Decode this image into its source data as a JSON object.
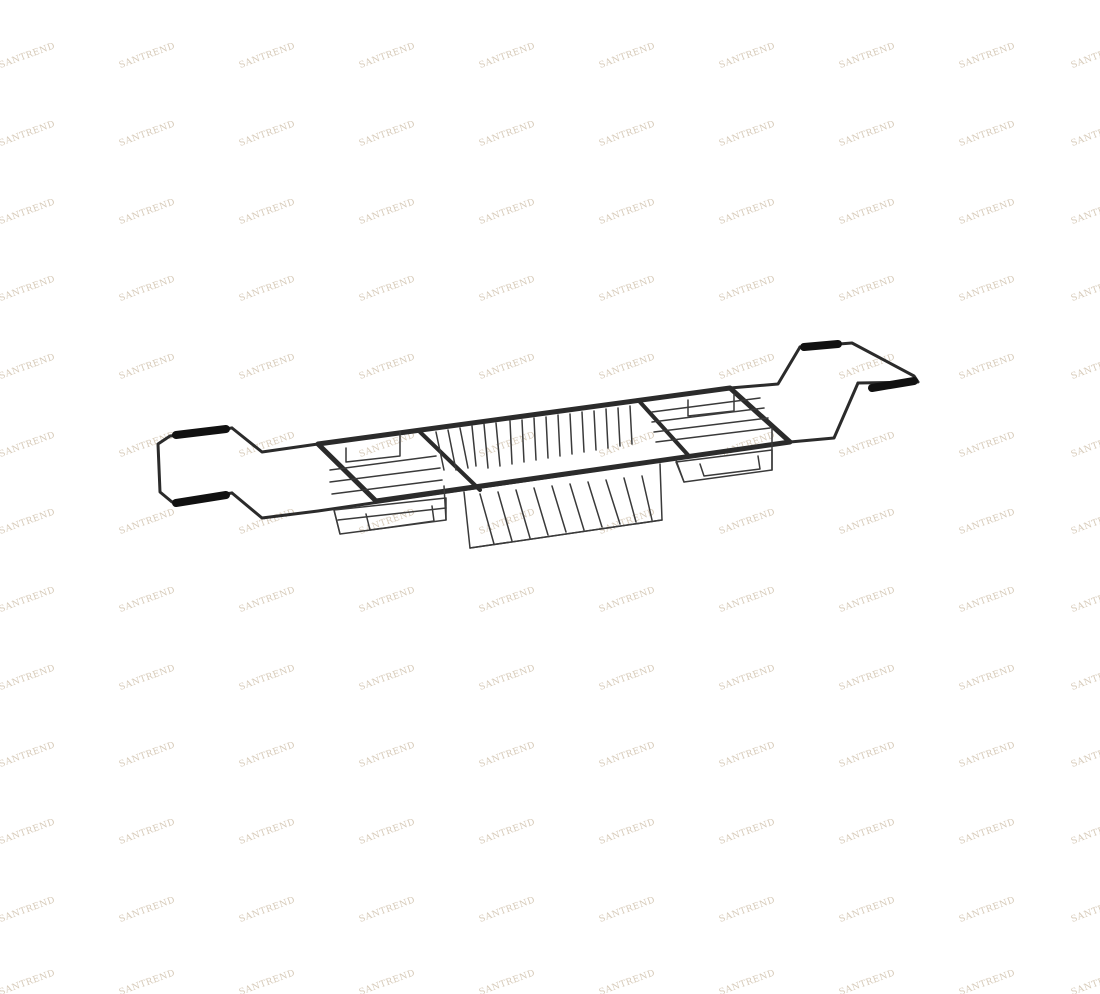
{
  "watermark": {
    "text": "SANTREND",
    "color": "#c9b8a0",
    "opacity": 0.75
  },
  "product": {
    "name": "bathtub-caddy-rack",
    "frame_color": "#2b2b2b",
    "wire_color": "#3a3a3a",
    "grip_color": "#111111"
  }
}
